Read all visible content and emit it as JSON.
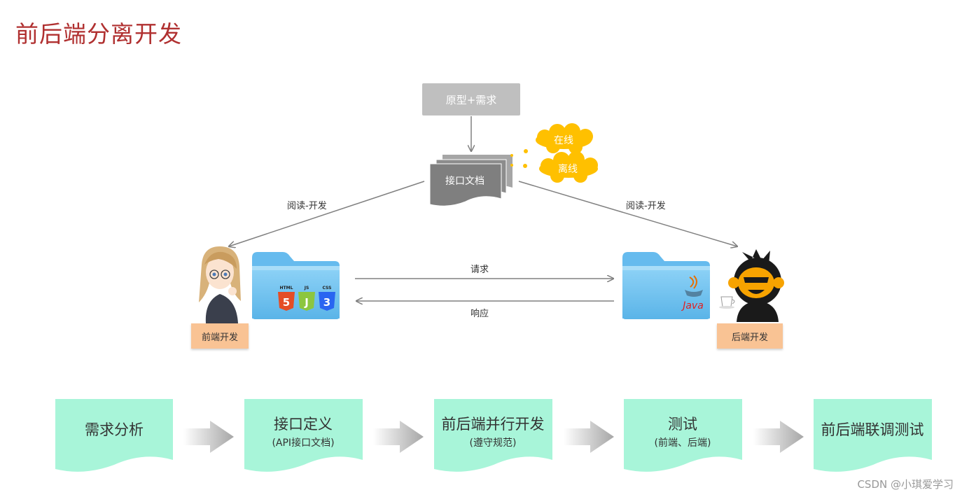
{
  "title": "前后端分离开发",
  "prototype_box": {
    "label": "原型+需求"
  },
  "api_doc": {
    "label": "接口文档"
  },
  "clouds": {
    "online": "在线",
    "offline": "离线"
  },
  "edges": {
    "read_left": "阅读-开发",
    "read_right": "阅读-开发",
    "request": "请求",
    "response": "响应"
  },
  "frontend": {
    "tag": "前端开发",
    "icon_labels": {
      "html": "HTML",
      "js": "JS",
      "css": "CSS"
    },
    "icon_glyphs": {
      "html": "5",
      "js": "J",
      "css": "3"
    }
  },
  "backend": {
    "tag": "后端开发",
    "java_label": "Java"
  },
  "process_steps": [
    {
      "main": "需求分析",
      "sub": ""
    },
    {
      "main": "接口定义",
      "sub": "(API接口文档)"
    },
    {
      "main": "前后端并行开发",
      "sub": "(遵守规范)"
    },
    {
      "main": "测试",
      "sub": "(前端、后端)"
    },
    {
      "main": "前后端联调测试",
      "sub": ""
    }
  ],
  "watermark": "CSDN @小琪爱学习",
  "colors": {
    "title": "#b03030",
    "prototype_box": "#bfbfbf",
    "doc": "#7f7f7f",
    "cloud": "#ffc000",
    "folder": "#7cc8f2",
    "role_tag": "#f9c394",
    "step_box": "#a8f5d9",
    "arrow_gray": "#808080"
  }
}
